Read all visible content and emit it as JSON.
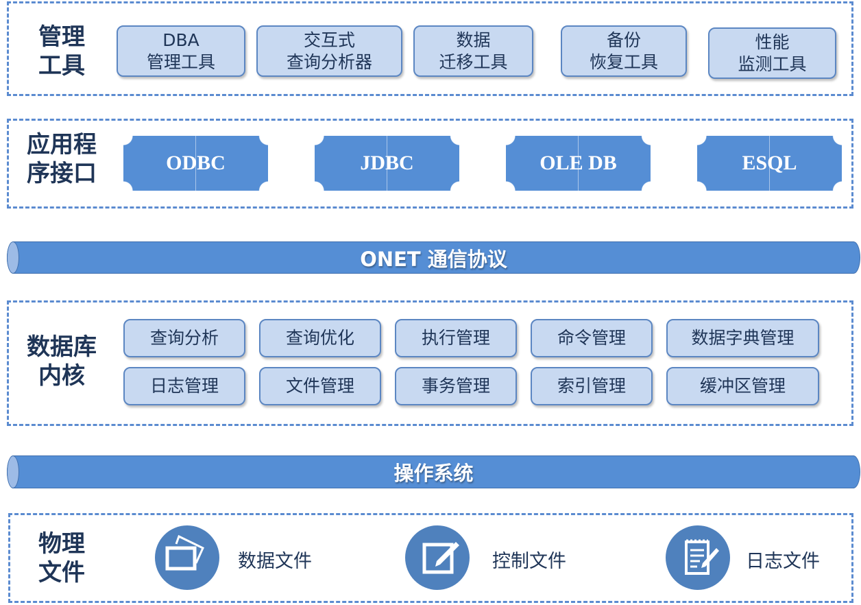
{
  "mgmt": {
    "label": "管理\n工具",
    "tools": [
      "DBA\n管理工具",
      "交互式\n查询分析器",
      "数据\n迁移工具",
      "备份\n恢复工具",
      "性能\n监测工具"
    ]
  },
  "api": {
    "label": "应用程\n序接口",
    "items": [
      "ODBC",
      "JDBC",
      "OLE DB",
      "ESQL"
    ]
  },
  "protocol_bar": "ONET 通信协议",
  "kernel": {
    "label": "数据库\n内核",
    "row1": [
      "查询分析",
      "查询优化",
      "执行管理",
      "命令管理",
      "数据字典管理"
    ],
    "row2": [
      "日志管理",
      "文件管理",
      "事务管理",
      "索引管理",
      "缓冲区管理"
    ]
  },
  "os_bar": "操作系统",
  "physical": {
    "label": "物理\n文件",
    "files": [
      {
        "label": "数据文件",
        "icon": "photo-icon"
      },
      {
        "label": "控制文件",
        "icon": "edit-icon"
      },
      {
        "label": "日志文件",
        "icon": "notepad-icon"
      }
    ]
  },
  "colors": {
    "bar": "#558ed5",
    "box": "#c8d9f1",
    "text": "#1f3557"
  }
}
